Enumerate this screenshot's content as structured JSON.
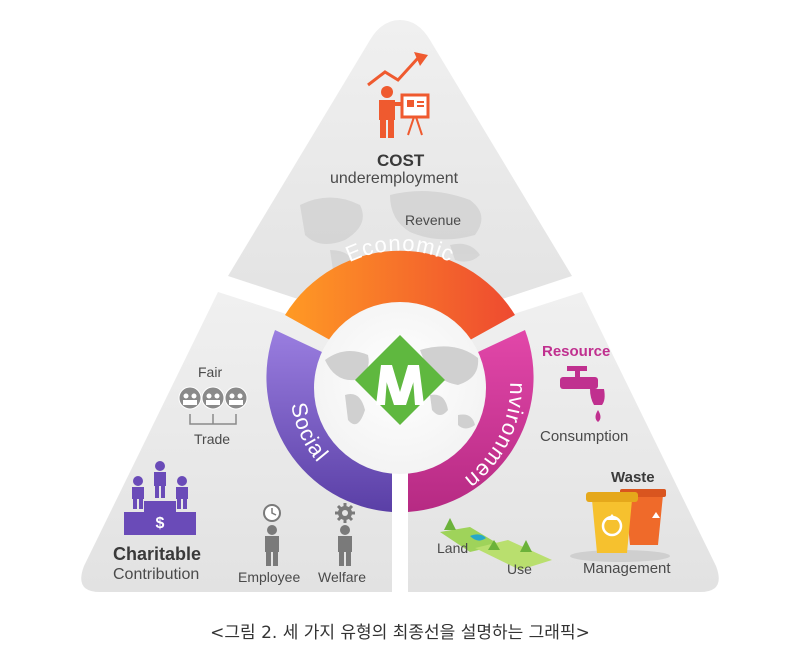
{
  "diagram": {
    "center_logo": "M",
    "ring": {
      "economic": {
        "label": "Economic",
        "color_start": "#ff8c21",
        "color_end": "#ef4b2f"
      },
      "social": {
        "label": "Social",
        "color_start": "#8c6ed4",
        "color_end": "#5b40a8"
      },
      "environment": {
        "label": "Environment",
        "color_start": "#d93fa3",
        "color_end": "#ba2b86"
      }
    },
    "economic_panel": {
      "cost": "COST",
      "underemployment": "underemployment",
      "revenue": "Revenue",
      "icon": "presenter-chart-icon"
    },
    "social_panel": {
      "fair": "Fair",
      "trade": "Trade",
      "charitable": "Charitable",
      "contribution": "Contribution",
      "employee": "Employee",
      "welfare": "Welfare"
    },
    "environment_panel": {
      "resource": "Resource",
      "consumption": "Consumption",
      "waste": "Waste",
      "management": "Management",
      "land": "Land",
      "use": "Use"
    },
    "colors": {
      "panel_bg": "#e6e6e6",
      "accent_orange": "#ef5a2f",
      "accent_purple": "#6a4bb8",
      "accent_magenta": "#c0308f",
      "logo_green": "#6cc04a"
    }
  },
  "caption": "<그림 2. 세 가지 유형의 최종선을 설명하는 그래픽>"
}
